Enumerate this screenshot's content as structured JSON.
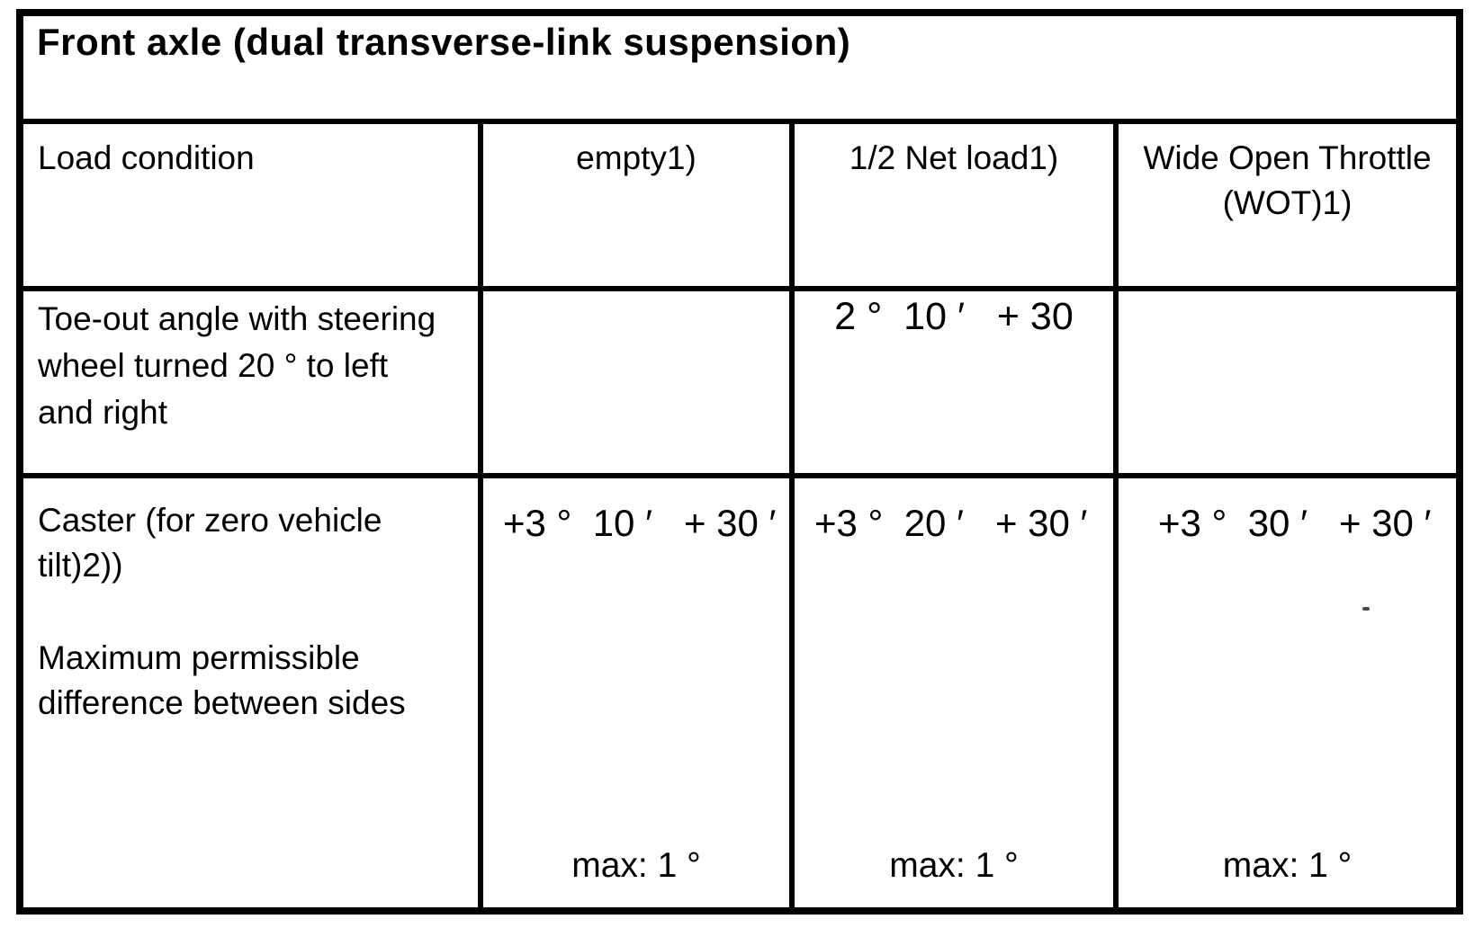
{
  "title": "Front axle (dual transverse-link suspension)",
  "header": {
    "load_condition_label": "Load condition",
    "columns": [
      "empty1)",
      "1/2 Net load1)",
      "Wide Open Throttle (WOT)1)"
    ]
  },
  "rows": {
    "toe_out": {
      "label": "Toe-out angle with steering wheel turned 20 °  to left and right",
      "values": [
        "",
        "2 °  10 ′   + 30",
        ""
      ]
    },
    "caster": {
      "label_para1": "Caster (for zero vehicle tilt)2))",
      "label_para2": "Maximum permissible difference between sides",
      "values": [
        "+3 °  10 ′   + 30 ′",
        "+3 °  20 ′   + 30 ′",
        "+3 °  30 ′   + 30 ′"
      ],
      "max_labels": [
        "max: 1 °",
        "max: 1 °",
        "max: 1 °"
      ]
    }
  },
  "colors": {
    "border": "#000000",
    "text": "#000000",
    "background": "#ffffff"
  }
}
